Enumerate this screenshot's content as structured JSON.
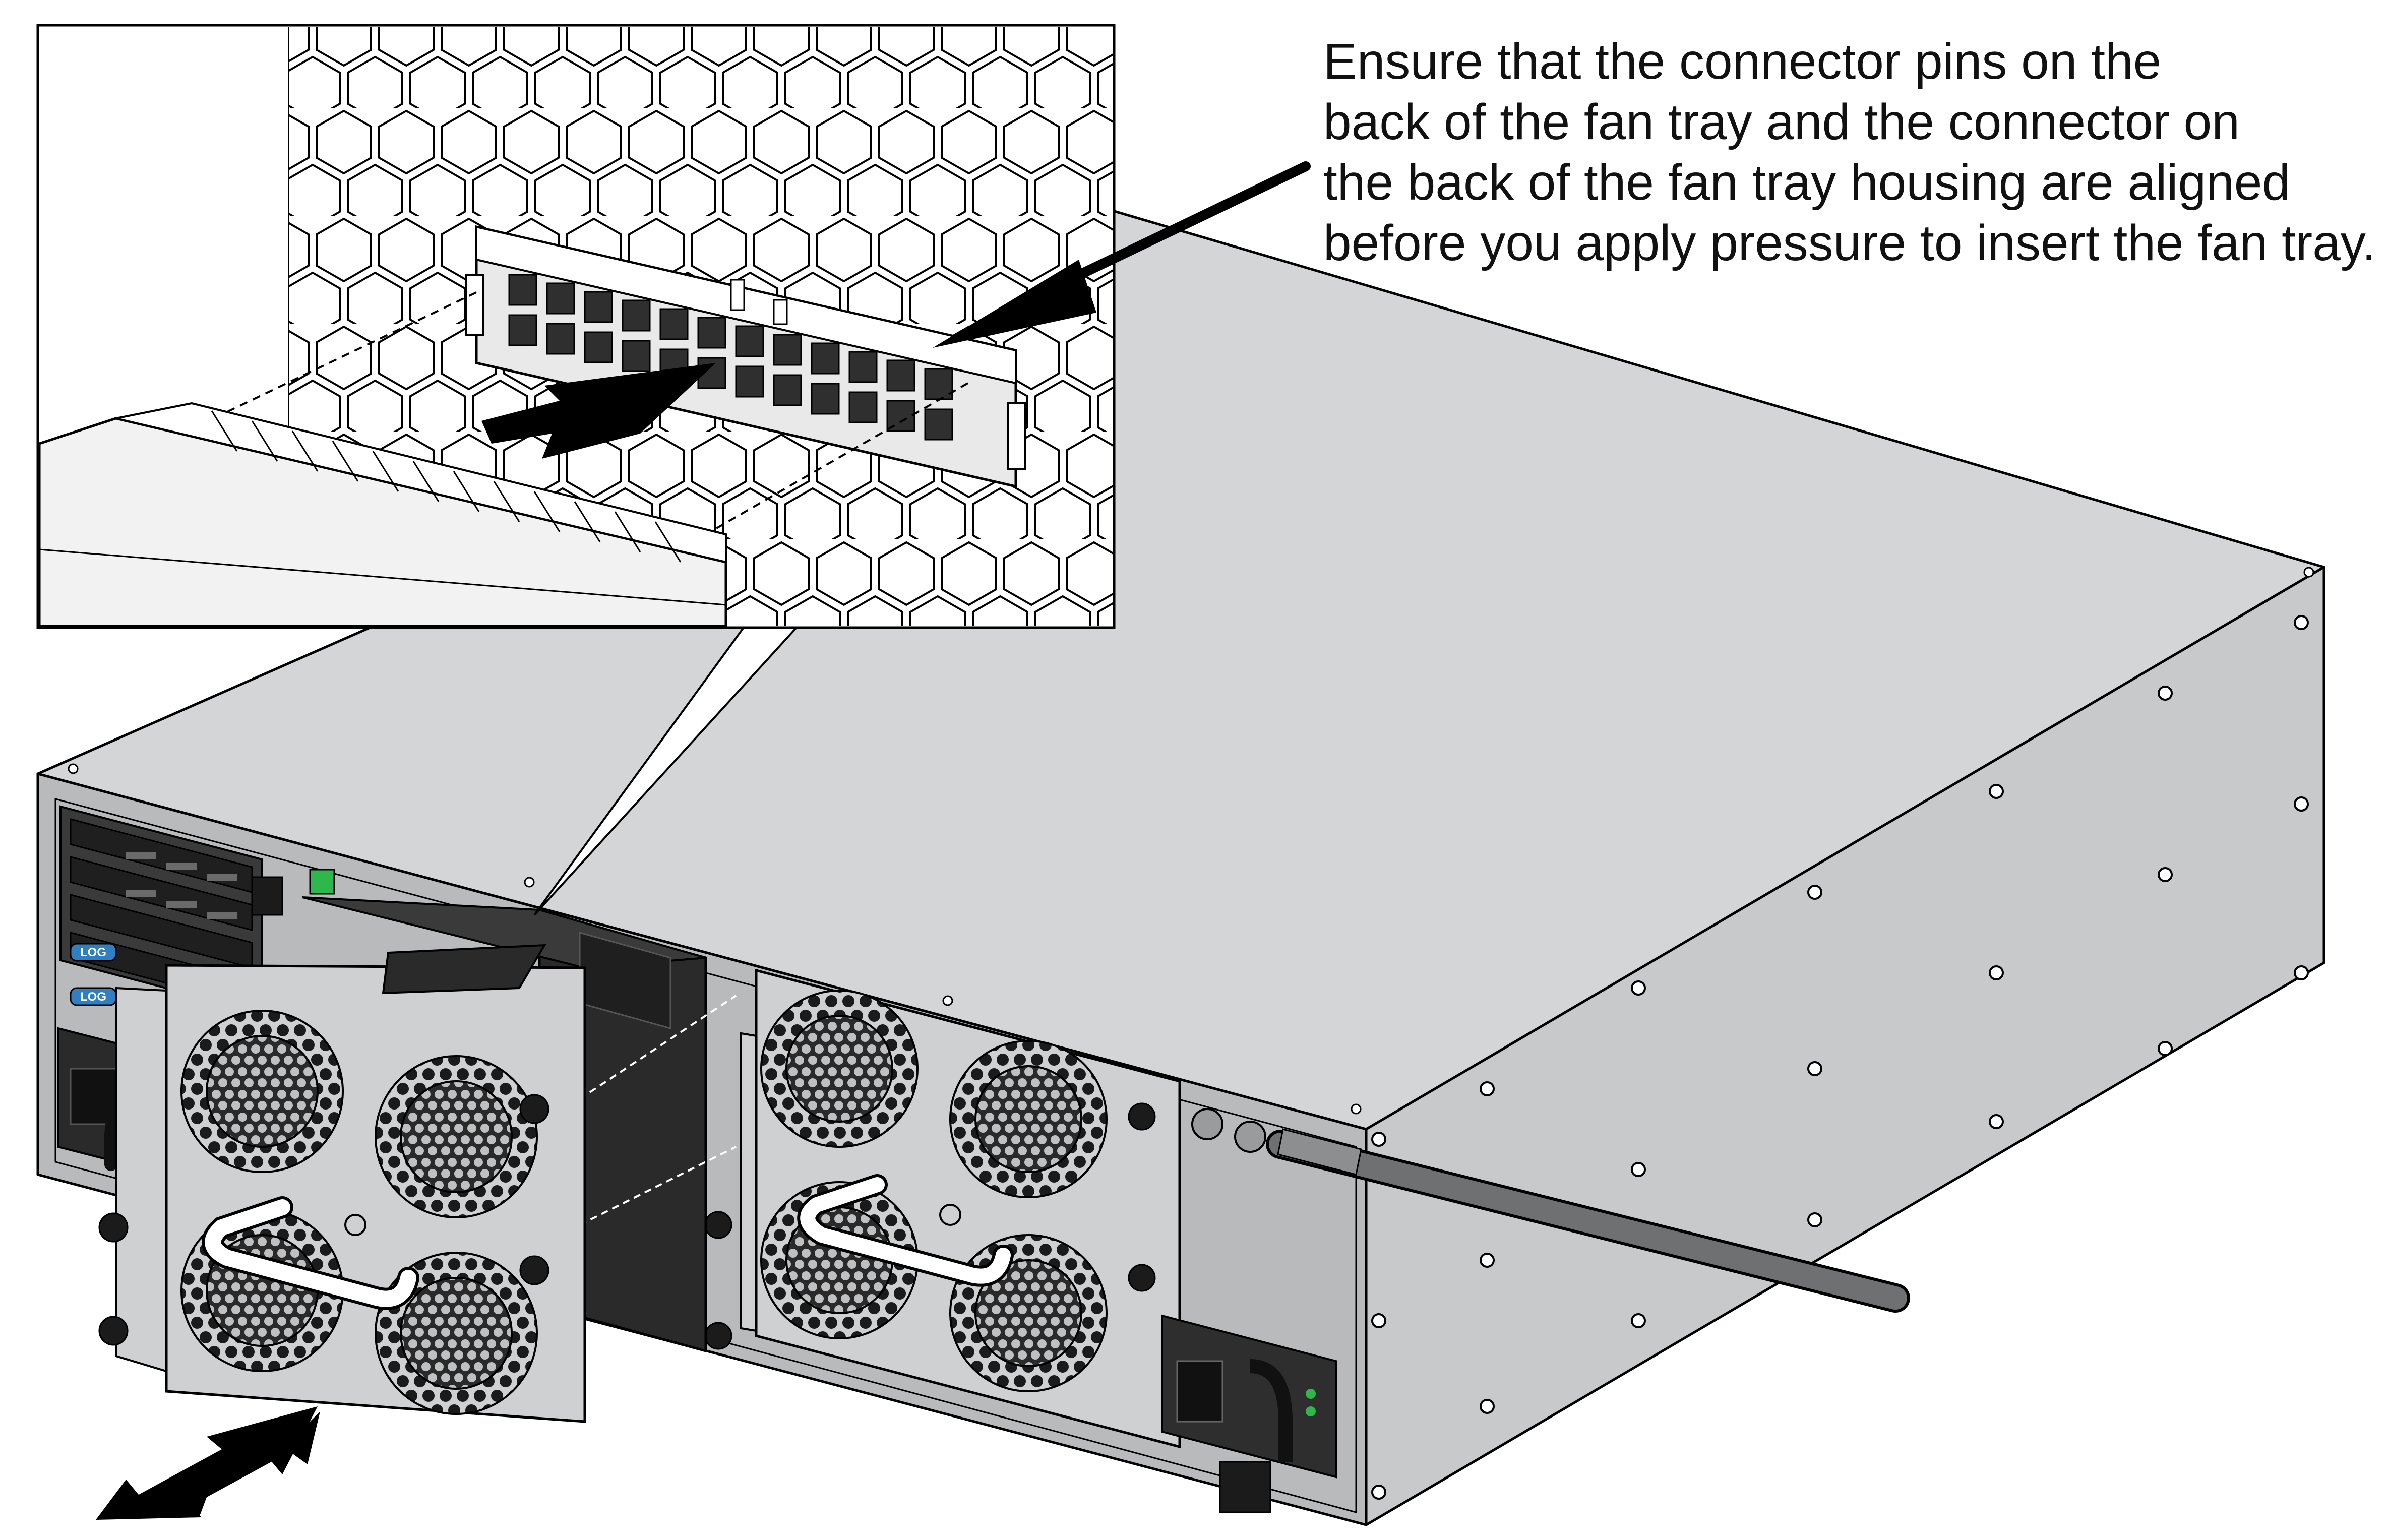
{
  "callout": {
    "lines": [
      "Ensure that the connector pins on the",
      "back of the fan tray and the connector on",
      "the back of the fan tray housing are aligned",
      "before you apply pressure to insert the fan tray."
    ]
  },
  "psu_labels": [
    "LOG",
    "LOG"
  ],
  "colors": {
    "chassis_top": "#d4d5d7",
    "chassis_side": "#c8c9cb",
    "chassis_rear": "#b9babc",
    "tray_face": "#cfd0d2",
    "dark": "#2a2a2a",
    "psu_accent_blue": "#2f7fc1",
    "status_green": "#2eb84b",
    "outline": "#000000"
  },
  "icons": {
    "insert_arrow": "bold-arrow-right",
    "pointer_arrow": "long-arrow-pointer",
    "motion_arrow": "double-headed-arrow"
  }
}
